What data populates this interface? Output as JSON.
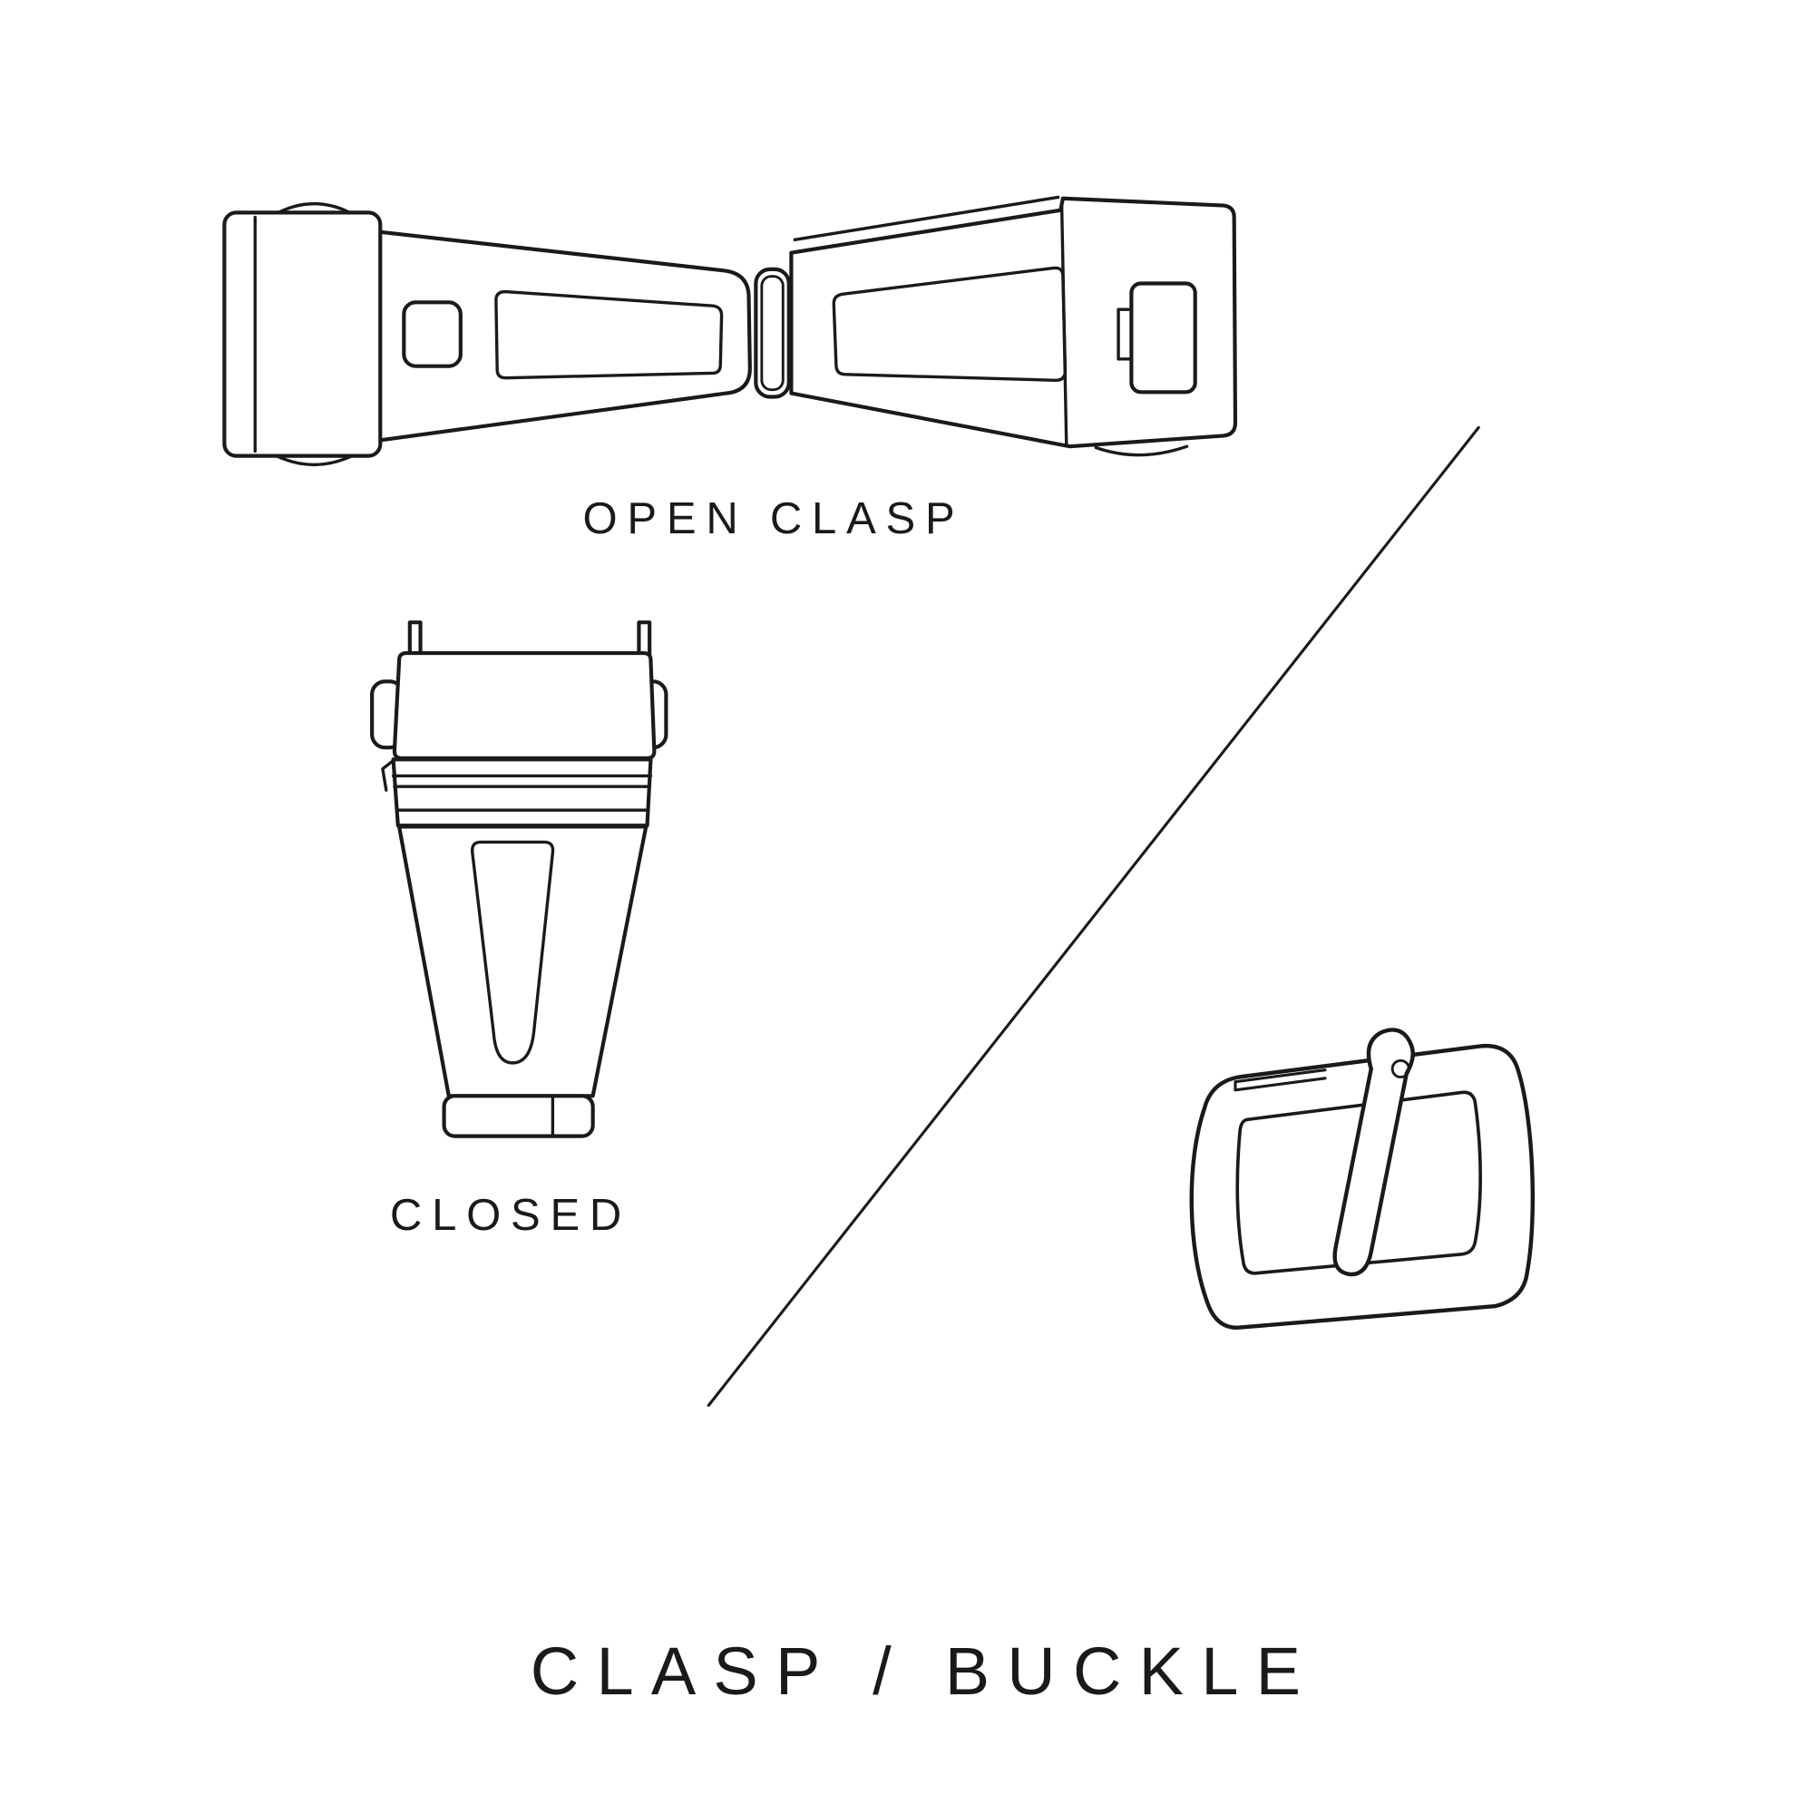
{
  "page": {
    "background_color": "#ffffff",
    "line_color": "#1a1a1a"
  },
  "labels": {
    "open_clasp": "OPEN CLASP",
    "closed": "CLOSED",
    "title": "CLASP / BUCKLE"
  },
  "illustrations": [
    {
      "name": "open-clasp-drawing",
      "caption": "OPEN CLASP",
      "description": "deployant watch clasp shown open, top view"
    },
    {
      "name": "closed-clasp-drawing",
      "caption": "CLOSED",
      "description": "deployant watch clasp shown closed, top view"
    },
    {
      "name": "buckle-drawing",
      "caption": "",
      "description": "pin buckle with tang, perspective view"
    }
  ],
  "divider": {
    "name": "diagonal-divider-line"
  }
}
